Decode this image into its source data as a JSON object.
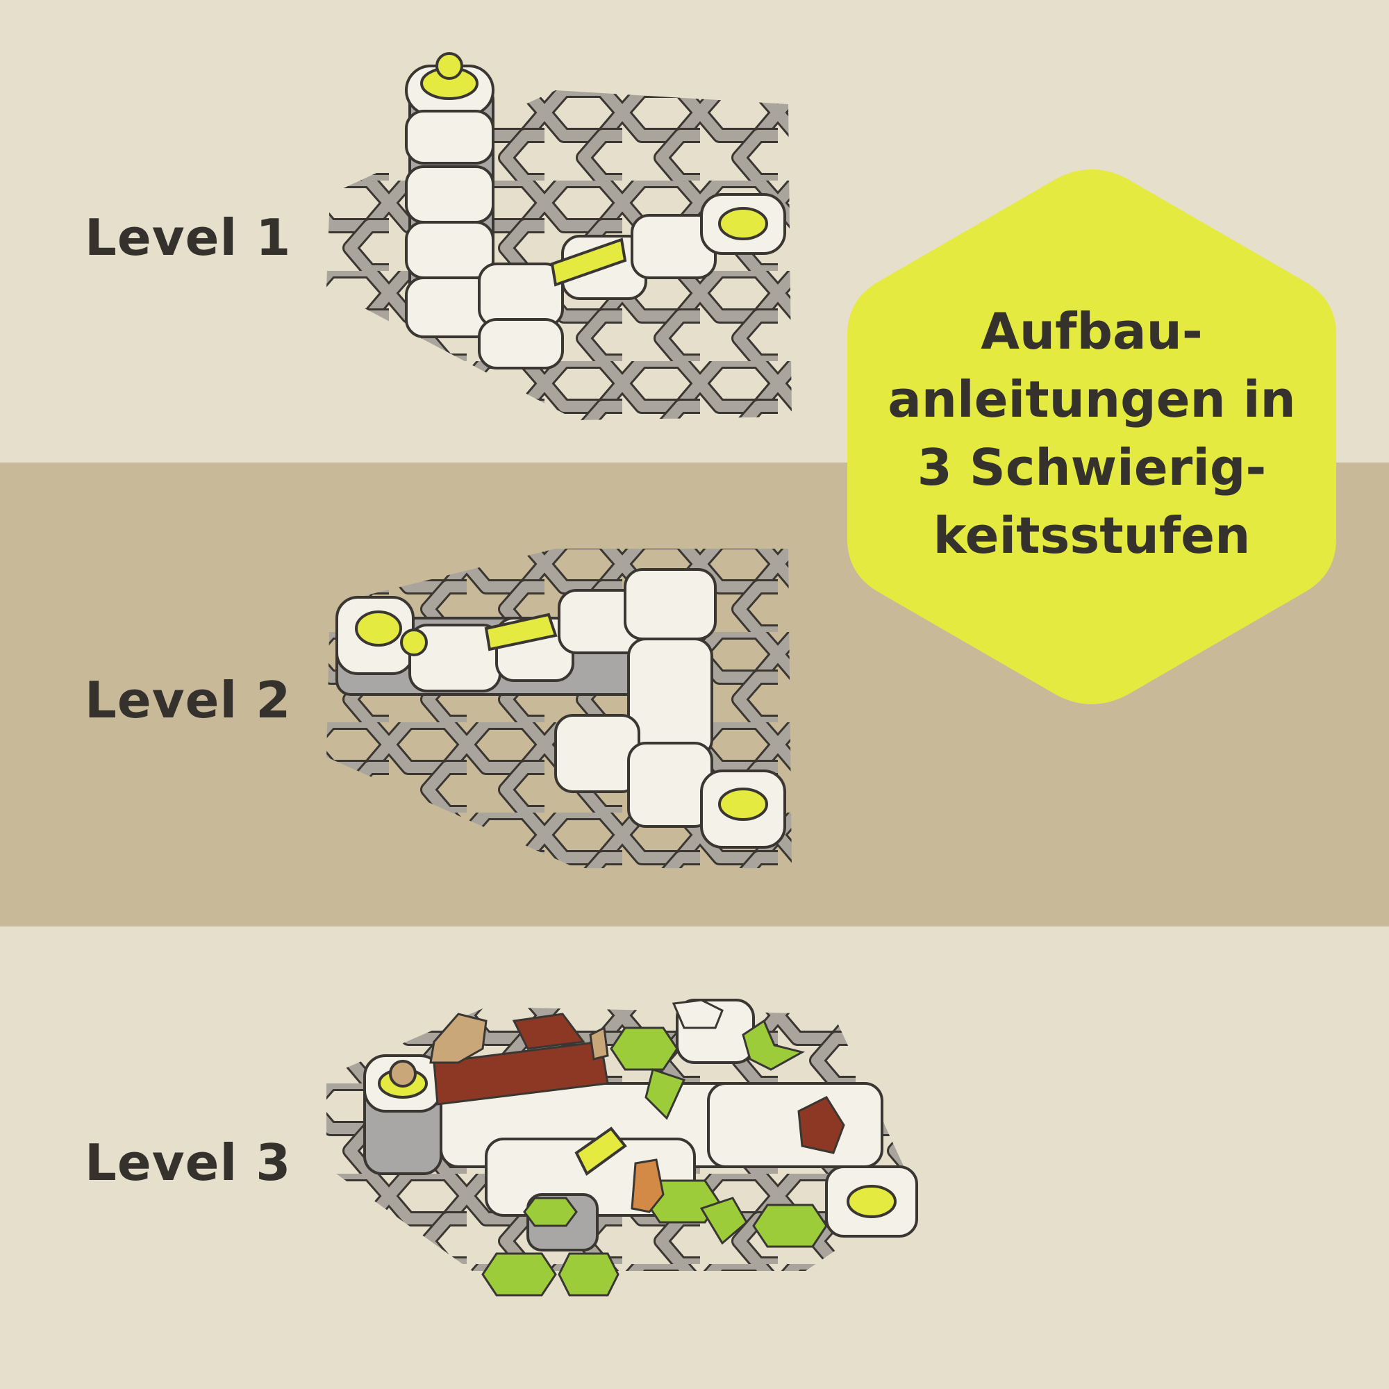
{
  "colors": {
    "background_light": "#e5dfcc",
    "background_dark": "#c8b999",
    "text": "#35322d",
    "accent_lime": "#e4ea40",
    "tile_white": "#f4f1e8",
    "grid_gray": "#aaa59c",
    "foliage_green": "#9ccc3a",
    "log_brown": "#8c3824",
    "figure_tan": "#c9a779"
  },
  "levels": [
    {
      "label": "Level 1"
    },
    {
      "label": "Level 2"
    },
    {
      "label": "Level 3"
    }
  ],
  "badge": {
    "lines": [
      "Aufbau-",
      "anleitungen in",
      "3 Schwierig-",
      "keitsstufen"
    ]
  }
}
